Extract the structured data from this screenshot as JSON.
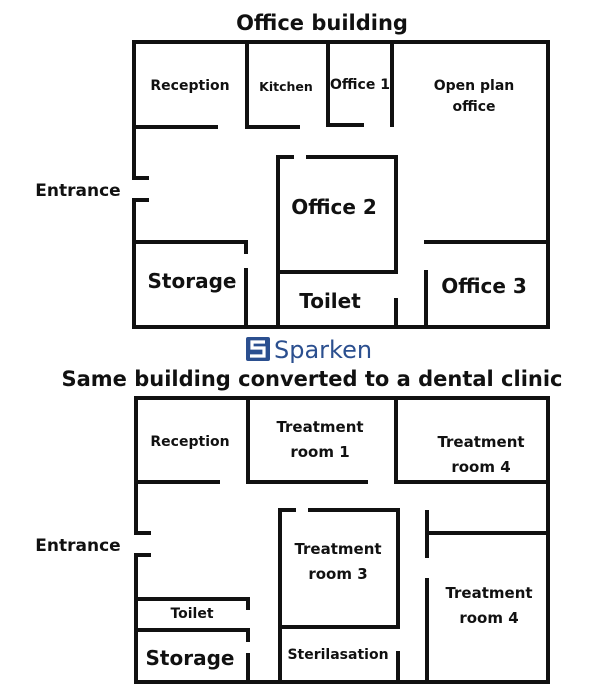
{
  "top_plan": {
    "title": "Office building",
    "entrance": "Entrance",
    "rooms": {
      "reception": "Reception",
      "kitchen": "Kitchen",
      "office1": "Office 1",
      "open_plan_line1": "Open plan",
      "open_plan_line2": "office",
      "office2": "Office 2",
      "storage": "Storage",
      "toilet": "Toilet",
      "office3": "Office 3"
    }
  },
  "logo": {
    "text": "Sparken",
    "color": "#2b4f8f"
  },
  "bottom_plan": {
    "title": "Same building converted to a dental clinic",
    "entrance": "Entrance",
    "rooms": {
      "reception": "Reception",
      "treatment1_line1": "Treatment",
      "treatment1_line2": "room 1",
      "treatment4a_line1": "Treatment",
      "treatment4a_line2": "room 4",
      "treatment3_line1": "Treatment",
      "treatment3_line2": "room 3",
      "toilet": "Toilet",
      "storage": "Storage",
      "sterilisation": "Sterilasation",
      "treatment4b_line1": "Treatment",
      "treatment4b_line2": "room 4"
    }
  }
}
